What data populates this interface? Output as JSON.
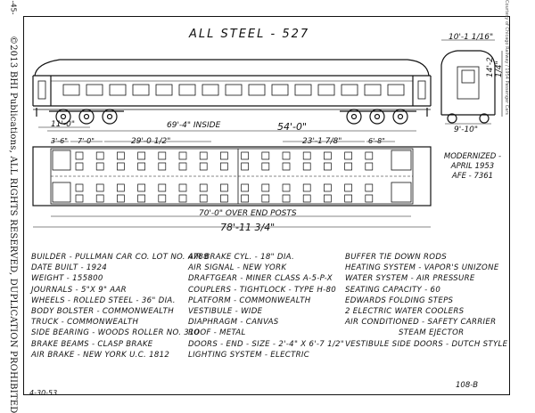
{
  "sidebar": {
    "page_number": "-45-",
    "copyright": "©2013 BHI Publications, ALL RIGHTS RESERVED, DUPLICATION PROHIBITED"
  },
  "drawing": {
    "title": "ALL STEEL - 527",
    "credit": "Courtesy of Chicago Railway / 1954 Passenger Cars",
    "end_width": "10'-1 1/16\"",
    "end_height": "14'-2 1/4\"",
    "truck_spread": "9'-10\"",
    "modernized": "MODERNIZED - APRIL 1953",
    "afe": "AFE - 7361",
    "dims": {
      "inside": "69'-4\" INSIDE",
      "d54": "54'-0\"",
      "d11": "11'-0\"",
      "d3_6": "3'-6\"",
      "d7_0": "7'-0\"",
      "d29": "29'-0 1/2\"",
      "d23": "23'-1 7/8\"",
      "d6_8": "6'-8\"",
      "d70": "70'-0\" OVER END POSTS",
      "d78": "78'-11 3/4\""
    },
    "date": "4-30-53",
    "drawing_number": "108-B"
  },
  "specs": {
    "col1": [
      "BUILDER - PULLMAN CAR Co. LOT No. 4788",
      "DATE BUILT - 1924",
      "WEIGHT - 155800",
      "JOURNALS - 5\"x 9\" AAR",
      "WHEELS - ROLLED STEEL - 36\" DIA.",
      "BODY BOLSTER - COMMONWEALTH",
      "TRUCK - COMMONWEALTH",
      "SIDE BEARING - WOODS ROLLER No. 310",
      "BRAKE BEAMS - CLASP BRAKE",
      "AIR BRAKE - NEW YORK U.C. 1812"
    ],
    "col2": [
      "AIR BRAKE CYL. - 18\" DIA.",
      "AIR SIGNAL - NEW YORK",
      "DRAFTGEAR - MINER CLASS A-5-P-X",
      "COUPLERS - TIGHTLOCK - TYPE H-80",
      "PLATFORM - COMMONWEALTH",
      "VESTIBULE - WIDE",
      "DIAPHRAGM - CANVAS",
      "ROOF - METAL",
      "DOORS - END - SIZE - 2'-4\" x 6'-7 1/2\"",
      "LIGHTING SYSTEM - ELECTRIC"
    ],
    "col3": [
      "BUFFER TIE DOWN RODS",
      "HEATING SYSTEM - VAPOR'S UNIZONE",
      "WATER SYSTEM - AIR PRESSURE",
      "SEATING CAPACITY - 60",
      "EDWARDS FOLDING STEPS",
      "2 ELECTRIC WATER COOLERS",
      "AIR CONDITIONED - SAFETY CARRIER",
      "STEAM EJECTOR",
      "VESTIBULE SIDE DOORS - DUTCH STYLE"
    ]
  }
}
